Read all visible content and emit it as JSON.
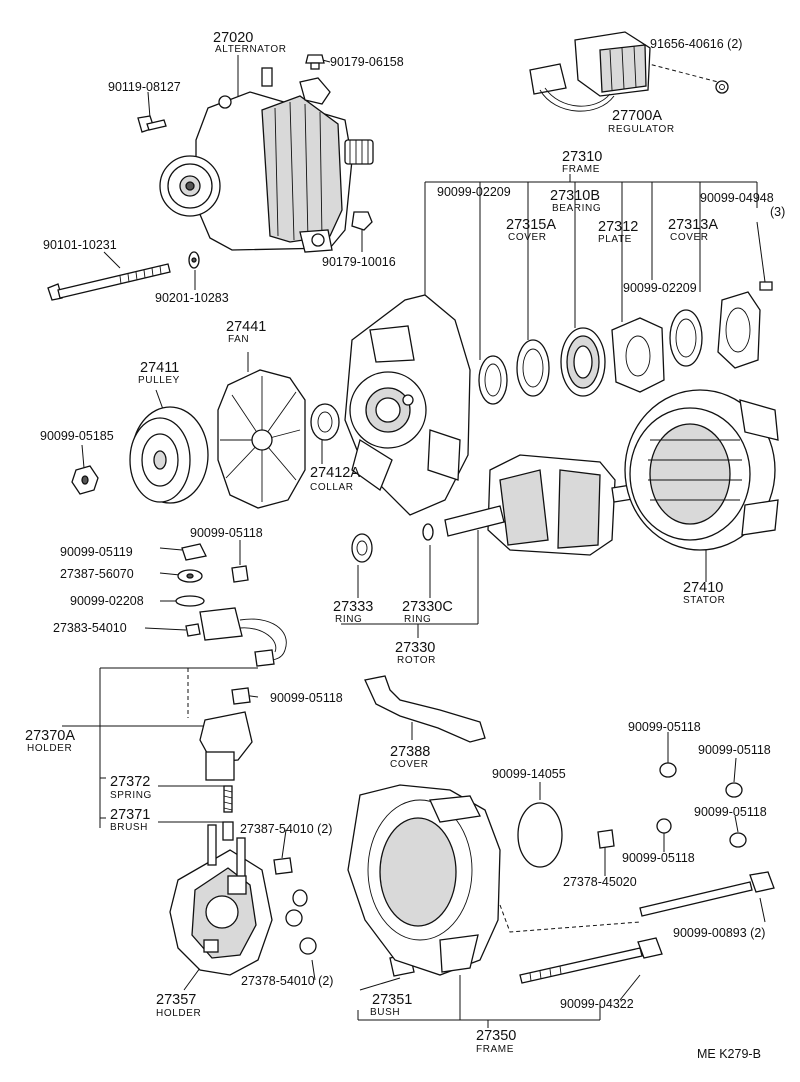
{
  "drawing_code": "ME  K279-B",
  "labels": [
    {
      "id": "alternator",
      "pn": "27020",
      "name": "ALTERNATOR"
    },
    {
      "id": "bolt_a",
      "pn": "90179-06158"
    },
    {
      "id": "bolt_b",
      "pn": "90119-08127"
    },
    {
      "id": "reg_screw",
      "pn": "91656-40616 (2)"
    },
    {
      "id": "regulator",
      "pn": "27700A",
      "name": "REGULATOR"
    },
    {
      "id": "frame_top",
      "pn": "27310",
      "name": "FRAME"
    },
    {
      "id": "p_02209a",
      "pn": "90099-02209"
    },
    {
      "id": "bearing",
      "pn": "27310B",
      "name": "BEARING"
    },
    {
      "id": "p_04948",
      "pn": "90099-04948",
      "qty": "(3)"
    },
    {
      "id": "cover_a",
      "pn": "27315A",
      "name": "COVER"
    },
    {
      "id": "plate",
      "pn": "27312",
      "name": "PLATE"
    },
    {
      "id": "cover_b",
      "pn": "27313A",
      "name": "COVER"
    },
    {
      "id": "p_10231",
      "pn": "90101-10231"
    },
    {
      "id": "p_10016",
      "pn": "90179-10016"
    },
    {
      "id": "p_10283",
      "pn": "90201-10283"
    },
    {
      "id": "p_02209b",
      "pn": "90099-02209"
    },
    {
      "id": "fan",
      "pn": "27441",
      "name": "FAN"
    },
    {
      "id": "pulley",
      "pn": "27411",
      "name": "PULLEY"
    },
    {
      "id": "p_05185",
      "pn": "90099-05185"
    },
    {
      "id": "collar",
      "pn": "27412A",
      "name": "COLLAR"
    },
    {
      "id": "p_05118a",
      "pn": "90099-05118"
    },
    {
      "id": "p_05119",
      "pn": "90099-05119"
    },
    {
      "id": "p_56070",
      "pn": "27387-56070"
    },
    {
      "id": "p_02208",
      "pn": "90099-02208"
    },
    {
      "id": "p_54010",
      "pn": "27383-54010"
    },
    {
      "id": "stator",
      "pn": "27410",
      "name": "STATOR"
    },
    {
      "id": "ring_a",
      "pn": "27333",
      "name": "RING"
    },
    {
      "id": "ring_b",
      "pn": "27330C",
      "name": "RING"
    },
    {
      "id": "rotor",
      "pn": "27330",
      "name": "ROTOR"
    },
    {
      "id": "p_05118b",
      "pn": "90099-05118"
    },
    {
      "id": "holder_a",
      "pn": "27370A",
      "name": "HOLDER"
    },
    {
      "id": "cover_c",
      "pn": "27388",
      "name": "COVER"
    },
    {
      "id": "p_05118c",
      "pn": "90099-05118"
    },
    {
      "id": "p_05118d",
      "pn": "90099-05118"
    },
    {
      "id": "p_14055",
      "pn": "90099-14055"
    },
    {
      "id": "spring",
      "pn": "27372",
      "name": "SPRING"
    },
    {
      "id": "brush",
      "pn": "27371",
      "name": "BRUSH"
    },
    {
      "id": "p_05118e",
      "pn": "90099-05118"
    },
    {
      "id": "p_54010b",
      "pn": "27387-54010 (2)"
    },
    {
      "id": "p_05118f",
      "pn": "90099-05118"
    },
    {
      "id": "p_45020",
      "pn": "27378-45020"
    },
    {
      "id": "p_00893",
      "pn": "90099-00893 (2)"
    },
    {
      "id": "p_54010c",
      "pn": "27378-54010 (2)"
    },
    {
      "id": "holder_b",
      "pn": "27357",
      "name": "HOLDER"
    },
    {
      "id": "bush",
      "pn": "27351",
      "name": "BUSH"
    },
    {
      "id": "p_04322",
      "pn": "90099-04322"
    },
    {
      "id": "frame_bot",
      "pn": "27350",
      "name": "FRAME"
    }
  ]
}
